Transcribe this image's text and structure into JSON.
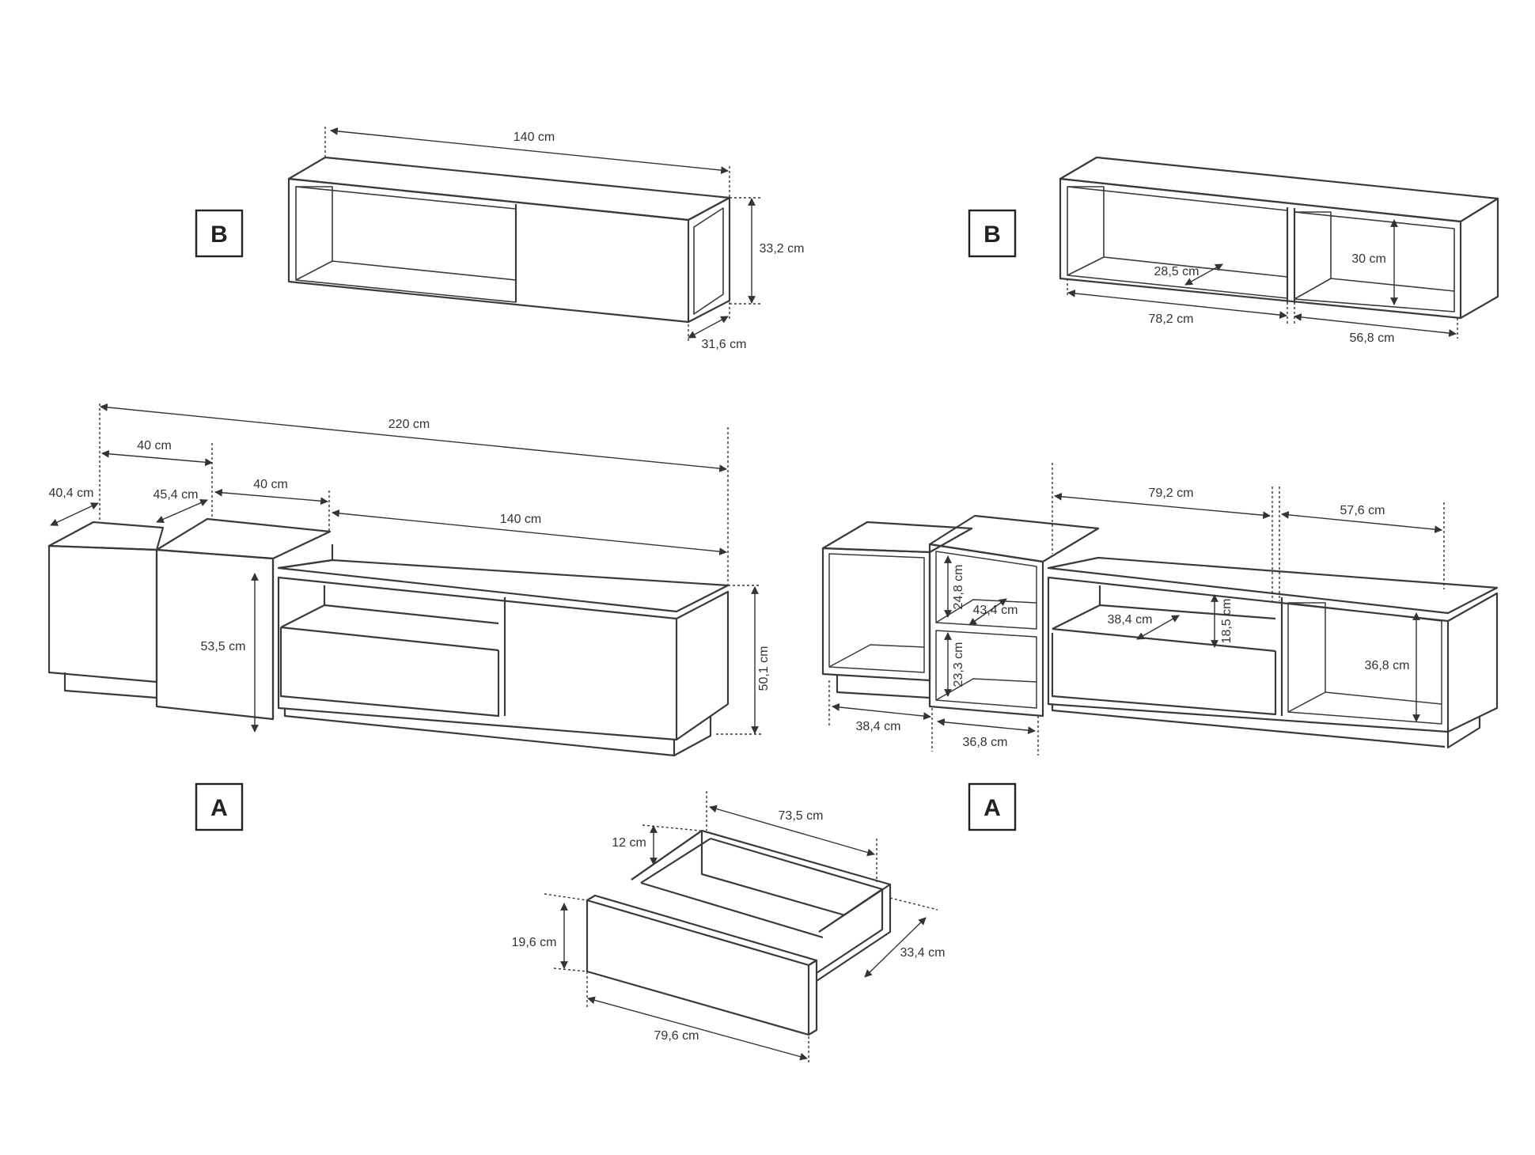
{
  "colors": {
    "line": "#3a3a3a",
    "dim": "#333333",
    "background": "#ffffff"
  },
  "labels": {
    "b_left": "B",
    "b_right": "B",
    "a_left": "A",
    "a_right": "A"
  },
  "b_left": {
    "width": "140 cm",
    "height": "33,2 cm",
    "depth": "31,6 cm"
  },
  "b_right": {
    "depth": "28,5 cm",
    "height": "30 cm",
    "left_width": "78,2 cm",
    "right_width": "56,8 cm"
  },
  "a_left": {
    "total": "220 cm",
    "module1_width": "40 cm",
    "module1_depth": "40,4 cm",
    "module2_depth": "45,4 cm",
    "module2_width": "40 cm",
    "base_width": "140 cm",
    "module2_height": "53,5 cm",
    "base_height": "50,1 cm"
  },
  "a_right": {
    "width_79": "79,2 cm",
    "width_57": "57,6 cm",
    "h_24": "24,8 cm",
    "d_43": "43,4 cm",
    "h_23": "23,3 cm",
    "d_38": "38,4 cm",
    "h_18": "18,5 cm",
    "h_36": "36,8 cm",
    "w_38": "38,4 cm",
    "w_36": "36,8 cm"
  },
  "drawer": {
    "width_inner": "73,5 cm",
    "inner_height": "12 cm",
    "front_height": "19,6 cm",
    "depth": "33,4 cm",
    "front_width": "79,6 cm"
  }
}
